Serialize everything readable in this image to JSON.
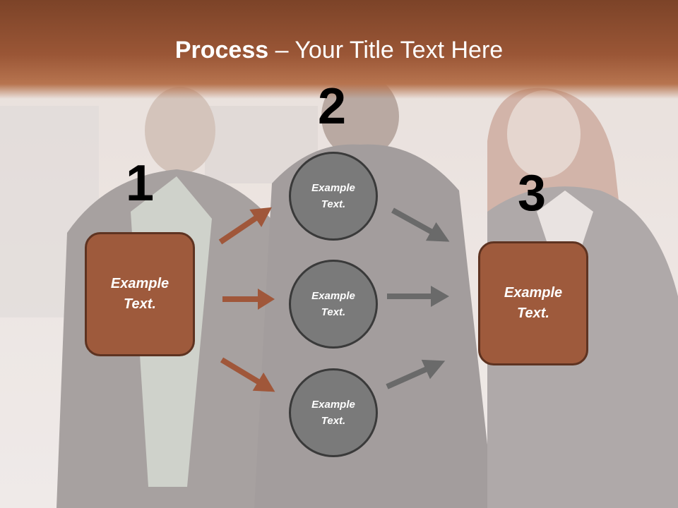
{
  "title": {
    "bold": "Process",
    "rest": " – Your Title Text Here"
  },
  "steps": {
    "one": "1",
    "two": "2",
    "three": "3"
  },
  "box_left": "Example Text.",
  "box_right": "Example Text.",
  "circles": [
    "Example Text.",
    "Example Text.",
    "Example Text."
  ],
  "colors": {
    "header": "#9a5636",
    "box": "#9e5a3c",
    "circle": "#7a7a7a",
    "arrow_brown": "#a0573a",
    "arrow_gray": "#6a6a6a"
  }
}
